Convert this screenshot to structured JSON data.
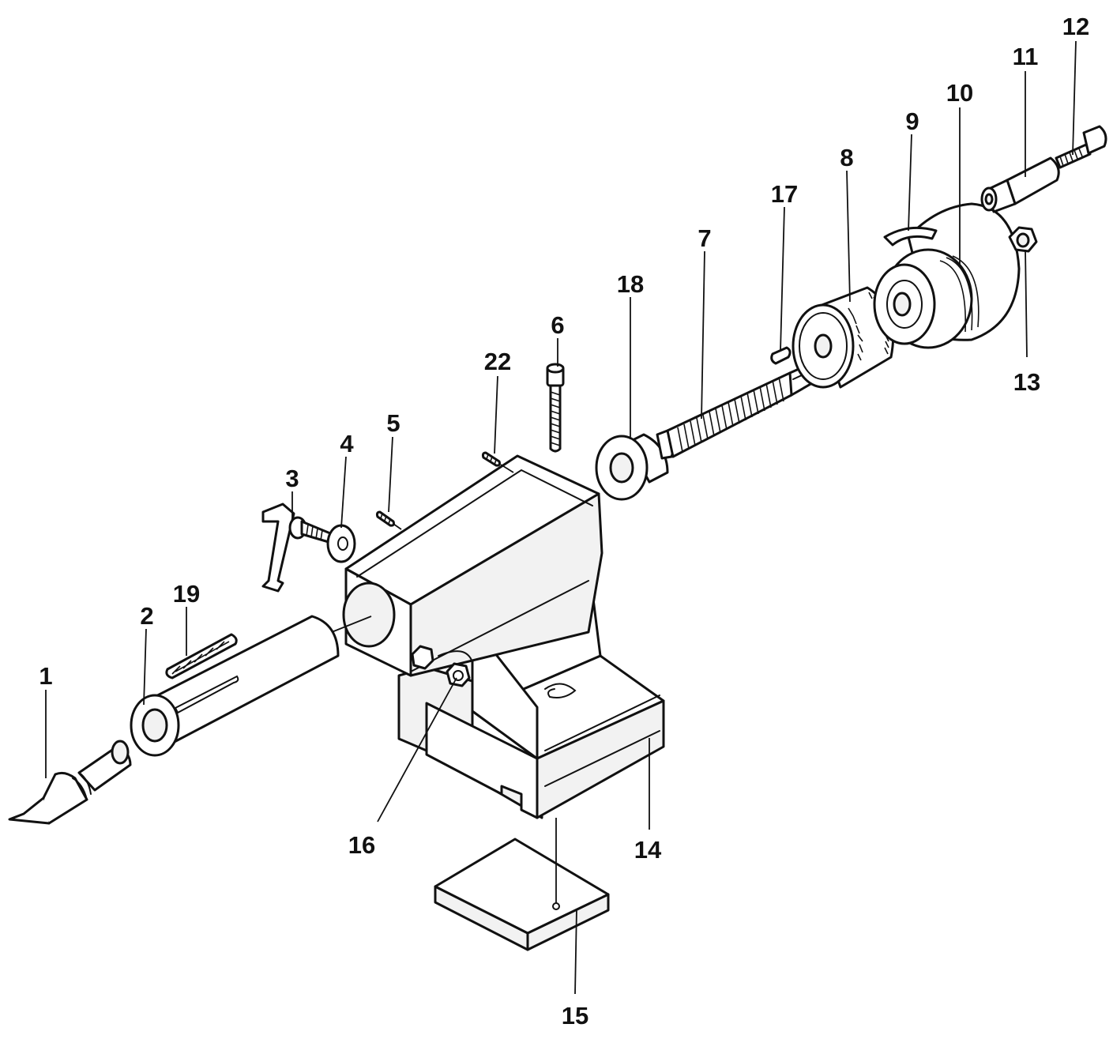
{
  "colors": {
    "ink": "#111111",
    "paper": "#ffffff"
  },
  "labels": {
    "l1": "1",
    "l2": "2",
    "l3": "3",
    "l4": "4",
    "l5": "5",
    "l6": "6",
    "l7": "7",
    "l8": "8",
    "l9": "9",
    "l10": "10",
    "l11": "11",
    "l12": "12",
    "l13": "13",
    "l14": "14",
    "l15": "15",
    "l16": "16",
    "l17": "17",
    "l18": "18",
    "l19": "19",
    "l22": "22"
  }
}
